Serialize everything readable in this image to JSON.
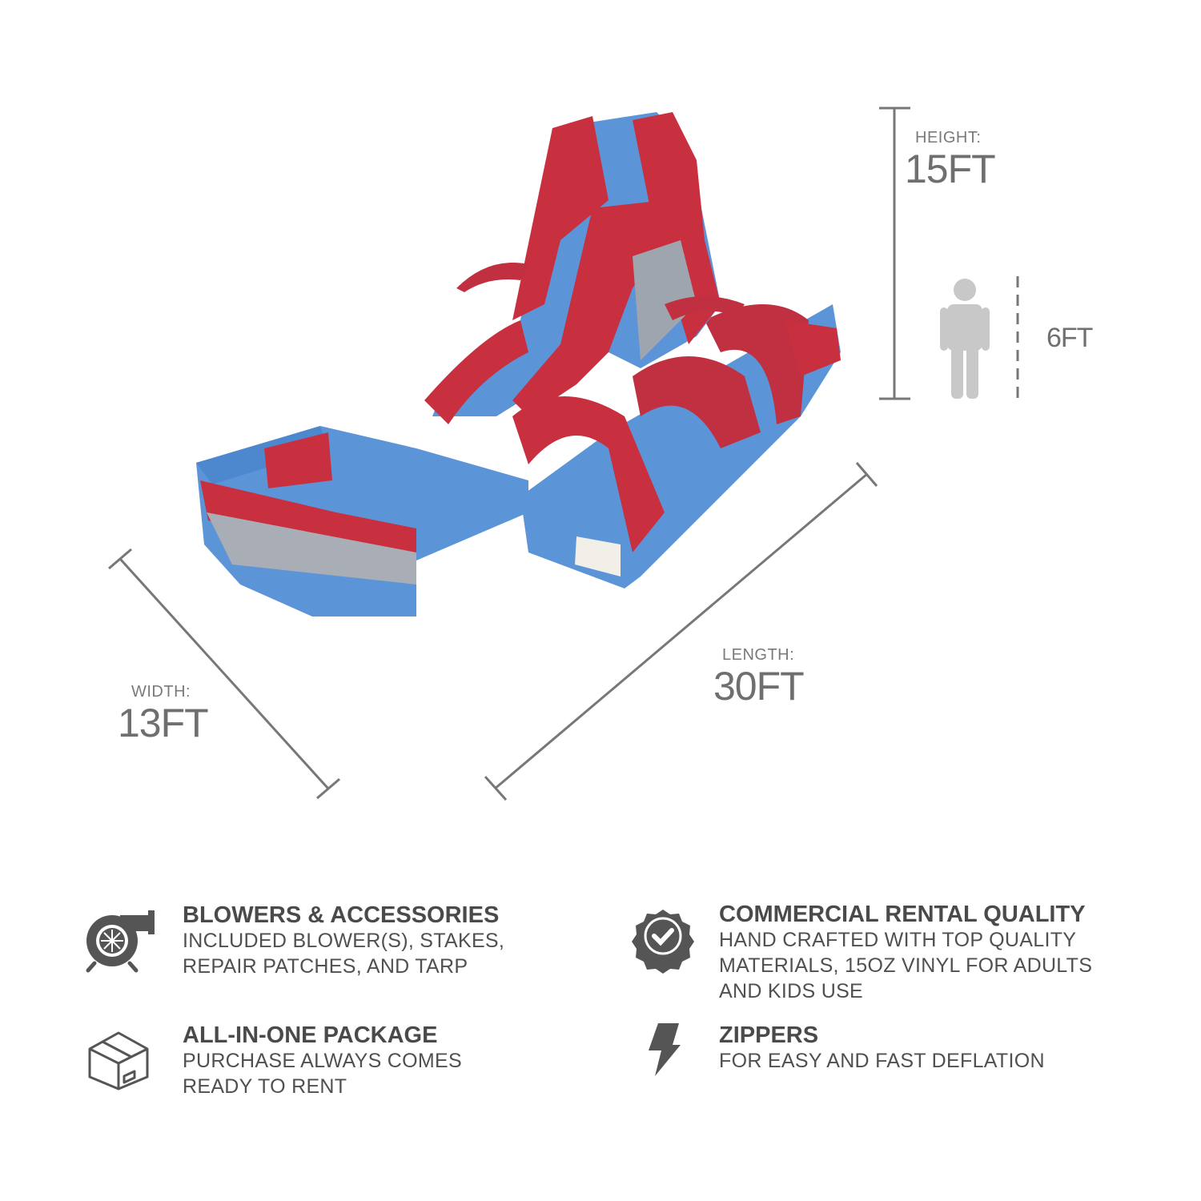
{
  "dimensions": {
    "height": {
      "label": "HEIGHT:",
      "value": "15FT"
    },
    "person": {
      "value": "6FT"
    },
    "width": {
      "label": "WIDTH:",
      "value": "13FT"
    },
    "length": {
      "label": "LENGTH:",
      "value": "30FT"
    }
  },
  "features": [
    {
      "icon": "blower-icon",
      "title": "BLOWERS & ACCESSORIES",
      "lines": [
        "INCLUDED BLOWER(S), STAKES,",
        "REPAIR PATCHES, AND TARP"
      ]
    },
    {
      "icon": "quality-badge-icon",
      "title": "COMMERCIAL RENTAL QUALITY",
      "lines": [
        "HAND CRAFTED WITH TOP QUALITY",
        "MATERIALS, 15OZ VINYL FOR ADULTS",
        "AND KIDS USE"
      ]
    },
    {
      "icon": "box-icon",
      "title": "ALL-IN-ONE PACKAGE",
      "lines": [
        "PURCHASE ALWAYS COMES",
        "READY TO RENT"
      ]
    },
    {
      "icon": "lightning-icon",
      "title": "ZIPPERS",
      "lines": [
        "FOR EASY AND FAST DEFLATION"
      ]
    }
  ],
  "colors": {
    "red": "#c8303f",
    "blue": "#4f8fd6",
    "grey": "#555555",
    "line": "#777777"
  }
}
